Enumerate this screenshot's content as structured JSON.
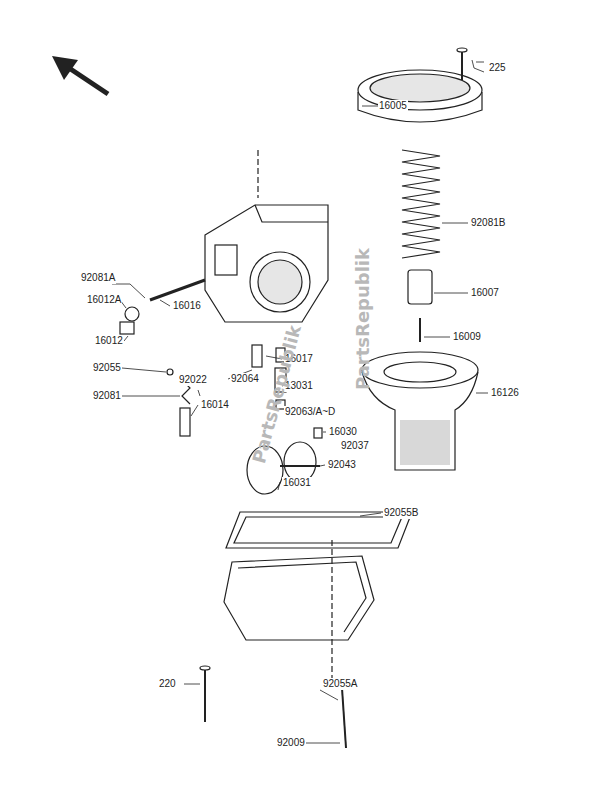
{
  "diagram": {
    "labels": [
      "225",
      "16005",
      "92081B",
      "16007",
      "16009",
      "16126",
      "92081A",
      "16012A",
      "16016",
      "16012",
      "92055",
      "92022",
      "92064",
      "16017",
      "13031",
      "92081",
      "16014",
      "92063/A~D",
      "16030",
      "92037",
      "92043",
      "16031",
      "92055B",
      "220",
      "92055A",
      "92009",
      "PartsRepublik",
      "PartsRepublik"
    ]
  }
}
